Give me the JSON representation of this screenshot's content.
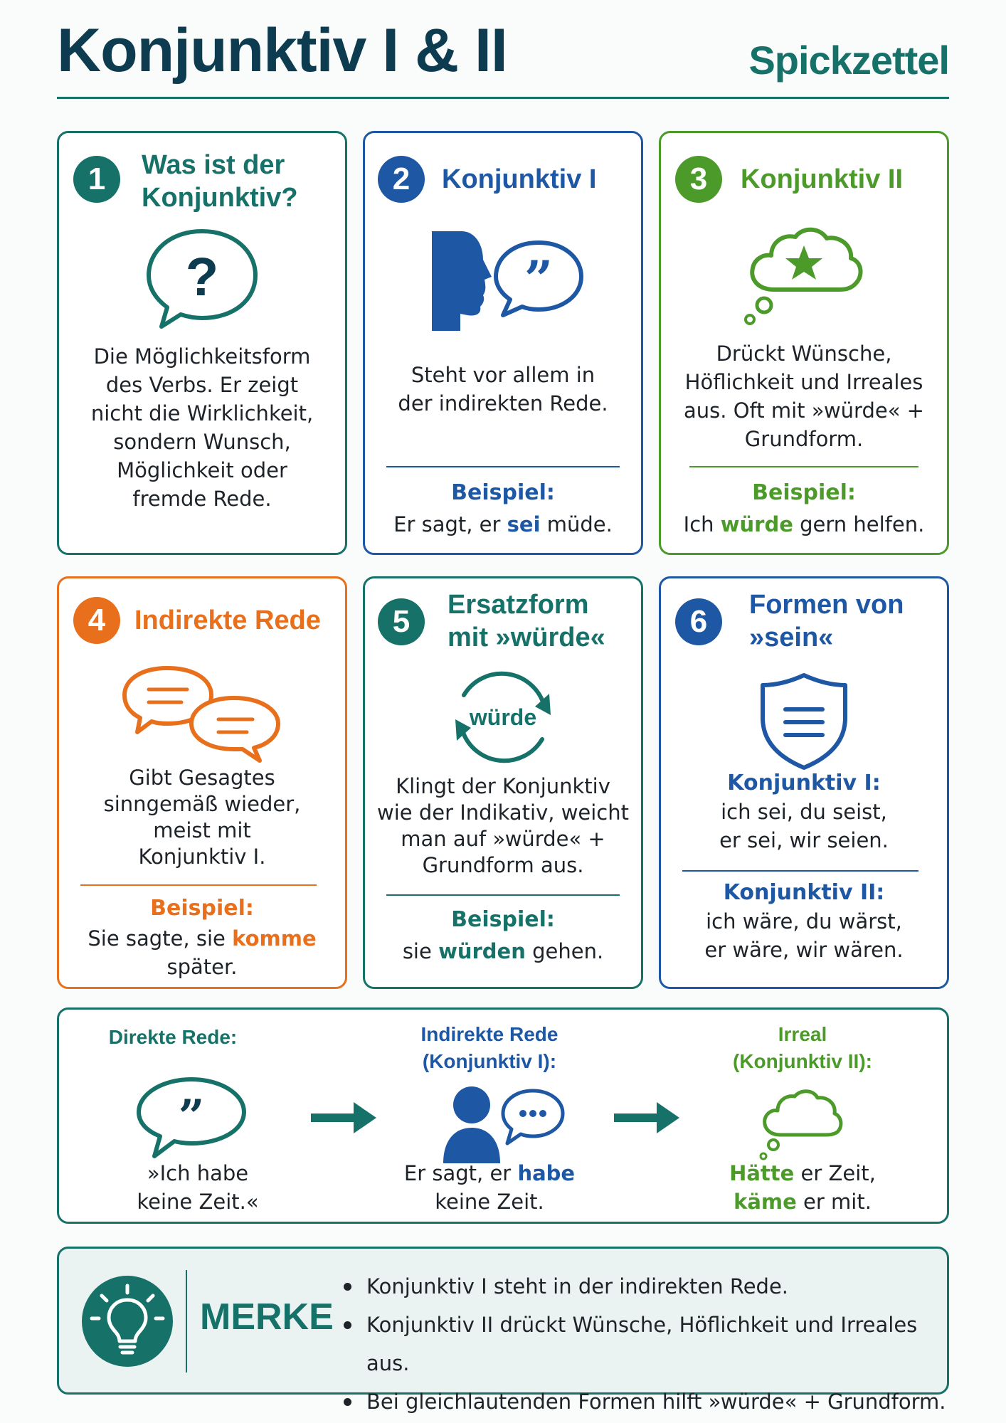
{
  "header": {
    "title": "Konjunktiv I & II",
    "subtitle": "Spickzettel"
  },
  "colors": {
    "teal": "#167168",
    "blue": "#1e57a3",
    "green": "#4c9a2a",
    "orange": "#e8701c",
    "navy": "#0d3b50"
  },
  "cards": [
    {
      "number": "1",
      "title": "Was ist der\nKonjunktiv?",
      "icon": "question-bubble-icon",
      "text": "Die Möglichkeitsform\ndes Verbs. Er zeigt\nnicht die Wirklichkeit,\nsondern Wunsch,\nMöglichkeit oder\nfremde Rede."
    },
    {
      "number": "2",
      "title": "Konjunktiv I",
      "icon": "speaking-head-quote-icon",
      "text": "Steht vor allem in\nder indirekten Rede.",
      "example_label": "Beispiel:",
      "example": {
        "before": "Er sagt, er ",
        "highlight": "sei",
        "after": " müde."
      }
    },
    {
      "number": "3",
      "title": "Konjunktiv II",
      "icon": "thought-cloud-star-icon",
      "text": "Drückt Wünsche,\nHöflichkeit und Irreales\naus. Oft mit »würde« +\nGrundform.",
      "example_label": "Beispiel:",
      "example": {
        "before": "Ich ",
        "highlight": "würde",
        "after": " gern helfen."
      }
    },
    {
      "number": "4",
      "title": "Indirekte Rede",
      "icon": "two-speech-bubbles-icon",
      "text": "Gibt Gesagtes\nsinngemäß wieder,\nmeist mit\nKonjunktiv I.",
      "example_label": "Beispiel:",
      "example": {
        "before": "Sie sagte, sie ",
        "highlight": "komme",
        "after": "",
        "line2": "später."
      }
    },
    {
      "number": "5",
      "title": "Ersatzform\nmit »würde«",
      "icon": "cycle-arrows-icon",
      "icon_label": "würde",
      "text": "Klingt der Konjunktiv\nwie der Indikativ, weicht\nman auf »würde« +\nGrundform aus.",
      "example_label": "Beispiel:",
      "example": {
        "before": "sie ",
        "highlight": "würden",
        "after": " gehen."
      }
    },
    {
      "number": "6",
      "title": "Formen von\n»sein«",
      "icon": "shield-lines-icon",
      "k1_label": "Konjunktiv I:",
      "k1_line1": "ich sei, du seist,",
      "k1_line2": "er sei, wir seien.",
      "k2_label": "Konjunktiv II:",
      "k2_line1": "ich wäre, du wärst,",
      "k2_line2": "er wäre, wir wären."
    }
  ],
  "flow": {
    "direct": {
      "label": "Direkte Rede:",
      "icon": "quote-bubble-icon",
      "line1": "»Ich habe",
      "line2": "keine Zeit.«"
    },
    "indirect": {
      "label": "Indirekte Rede\n(Konjunktiv I):",
      "icon": "person-chat-icon",
      "line1_before": "Er sagt, er ",
      "line1_highlight": "habe",
      "line2": "keine Zeit."
    },
    "irreal": {
      "label": "Irreal\n(Konjunktiv II):",
      "icon": "thought-cloud-icon",
      "line1_highlight": "Hätte",
      "line1_after": " er Zeit,",
      "line2_highlight": "käme",
      "line2_after": " er mit."
    }
  },
  "merke": {
    "title": "MERKE",
    "icon": "lightbulb-icon",
    "items": [
      "Konjunktiv I steht in der indirekten Rede.",
      "Konjunktiv II drückt Wünsche, Höflichkeit und Irreales aus.",
      "Bei gleichlautenden Formen hilft »würde« + Grundform."
    ]
  }
}
